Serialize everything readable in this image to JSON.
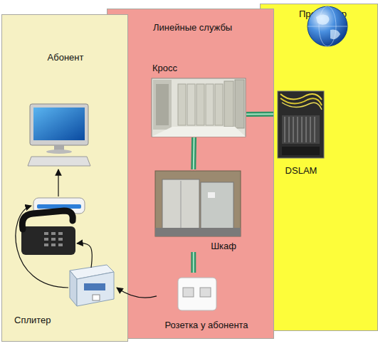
{
  "diagram": {
    "nodes": [
      {
        "text": [
          "Абонент"
        ]
      },
      {
        "text": [
          "Линейные службы"
        ]
      },
      {
        "text": [
          "Провайдер"
        ]
      },
      {
        "text": [
          "Кросс"
        ],
        "in": 1
      },
      {
        "text": [
          "DSLAM"
        ],
        "in": 2
      },
      {
        "text": [
          "Шкаф"
        ],
        "in": 1
      },
      {
        "text": [
          "Сплитер"
        ],
        "in": 0
      },
      {
        "text": [
          "Розетка у абонента"
        ],
        "in": 1
      }
    ],
    "edges": [
      {
        "from": 3,
        "to": 4,
        "arrow": "none"
      },
      {
        "from": 3,
        "to": 5,
        "arrow": "none"
      },
      {
        "from": 5,
        "to": 7,
        "arrow": "none"
      },
      {
        "from": 7,
        "to": 6,
        "arrow": "to"
      }
    ]
  }
}
